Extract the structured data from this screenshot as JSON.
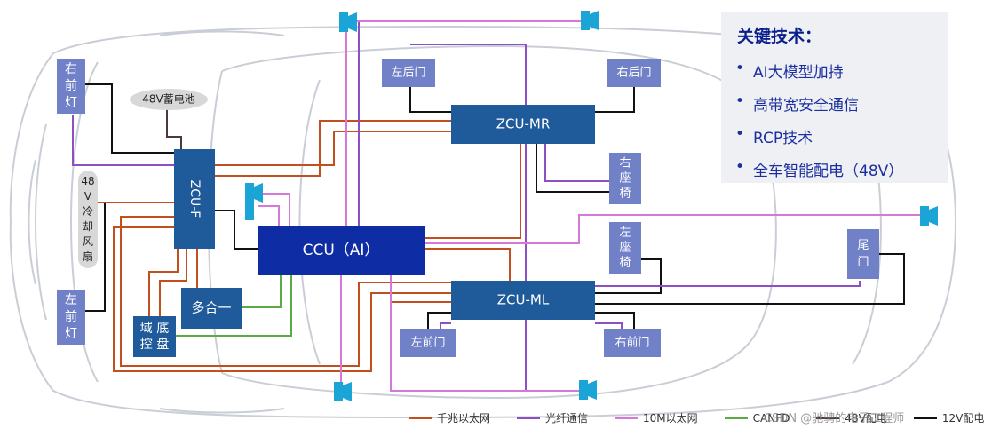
{
  "colors": {
    "ethernet_1g": "#c2501f",
    "fiber": "#8e4fc4",
    "ethernet_10m": "#d678d8",
    "canfd": "#5aaa46",
    "power_48v": "#4a3a3a",
    "power_12v": "#111111",
    "box_fill": "#7181c8",
    "zcu_fill": "#1f5a9a",
    "ccu_fill": "#0e2ca3",
    "camera": "#1aa5d6"
  },
  "nodes": {
    "right_headlight": "右\n前\n灯",
    "left_headlight": "左\n前\n灯",
    "battery_48v": "48V蓄电池",
    "cooling_fan": "48\nV\n冷\n却\n风\n扇",
    "zcu_f": "ZCU-F",
    "ccu": "CCU（AI）",
    "multi_in_one": "多合一",
    "chassis_domain": "域 底\n控 盘",
    "zcu_mr": "ZCU-MR",
    "zcu_ml": "ZCU-ML",
    "left_rear_door": "左后门",
    "right_rear_door": "右后门",
    "right_seat": "右\n座\n椅",
    "left_seat": "左\n座\n椅",
    "tail_door": "尾\n门",
    "left_front_door": "左前门",
    "right_front_door": "右前门"
  },
  "key_tech": {
    "title": "关键技术：",
    "items": [
      "AI大模型加持",
      "高带宽安全通信",
      "RCP技术",
      "全车智能配电（48V）"
    ]
  },
  "legend": [
    {
      "label": "千兆以太网",
      "color": "#c2501f"
    },
    {
      "label": "光纤通信",
      "color": "#8e4fc4"
    },
    {
      "label": "10M以太网",
      "color": "#d678d8"
    },
    {
      "label": "CANFD",
      "color": "#5aaa46"
    },
    {
      "label": "48V配电",
      "color": "#4a3a3a"
    },
    {
      "label": "12V配电",
      "color": "#111111"
    }
  ],
  "watermark": "CSDN @驰骋的电子工程师"
}
